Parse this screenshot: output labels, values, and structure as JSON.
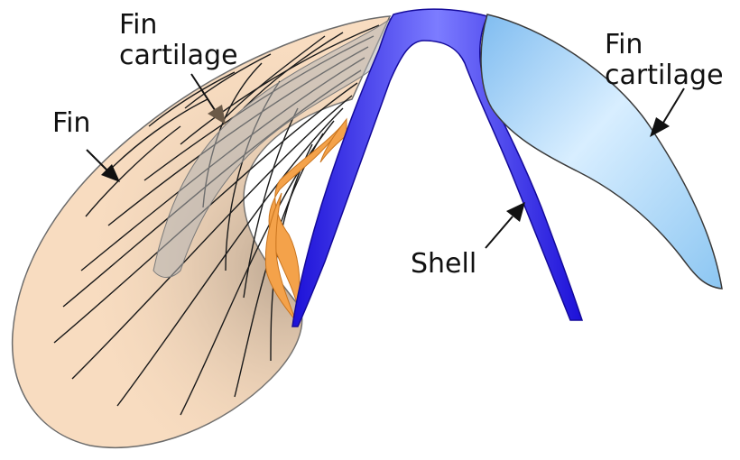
{
  "labels": {
    "fin_cartilage_left": {
      "line1": "Fin",
      "line2": "cartilage"
    },
    "fin": "Fin",
    "fin_cartilage_right": {
      "line1": "Fin",
      "line2": "cartilage"
    },
    "shell": "Shell"
  },
  "colors": {
    "fin_fill": "#f8dcc0",
    "fin_cartilage_left": "#b4b4b4",
    "fin_cartilage_right": "#9fd0f5",
    "shell": "#2a1fe0",
    "muscle": "#f4a24a",
    "outline": "#222222"
  }
}
